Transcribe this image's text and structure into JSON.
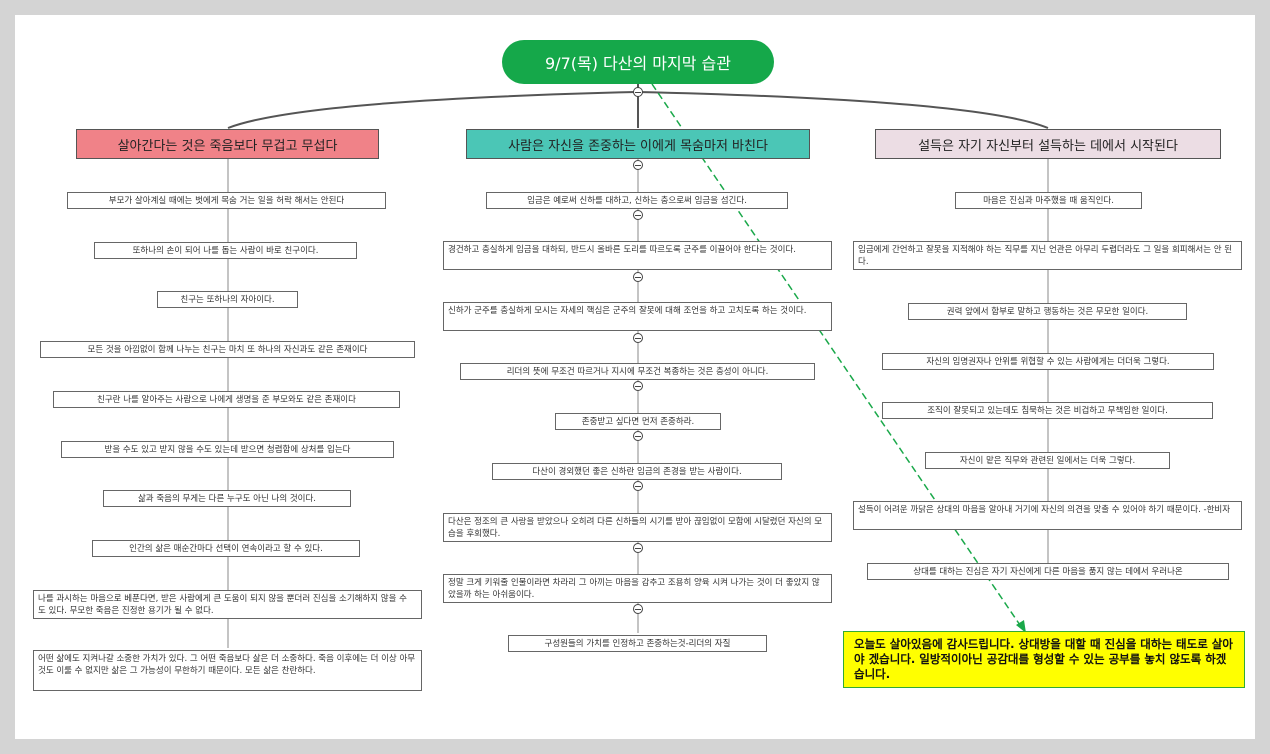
{
  "root": {
    "title": "9/7(목) 다산의 마지막 습관",
    "color": "#15a84a"
  },
  "branches": [
    {
      "title": "살아간다는 것은 죽음보다 무겁고 무섭다",
      "color": "#f08288",
      "items": [
        "부모가 살아계실 때에는 벗에게 목숨 거는 일을 허락 해서는 안된다",
        "또하나의 손이 되어 나를 돕는 사람이 바로 친구이다.",
        "친구는 또하나의 자아이다.",
        "모든 것을 아낌없이 함께 나누는 친구는 마치 또 하나의 자신과도 같은 존재이다",
        "친구란 나를 알아주는 사람으로 나에게 생명을 준 부모와도 같은 존재이다",
        "받을 수도 있고 받지 않을 수도 있는데 받으면 청렴함에 상처를 입는다",
        "삶과 죽음의 무게는 다른 누구도 아닌 나의 것이다.",
        "인간의 삶은 매순간마다 선택이 연속이라고 할 수 있다.",
        "나를 과시하는 마음으로 베푼다면, 받은 사람에게 큰 도움이 되지 않을 뿐더러 진심을 소기해하지 않을 수 도 있다. 무모한 죽음은 진정한 용기가 될 수 없다.",
        "어떤 삶에도 지켜나갈 소중한 가치가 있다. 그 어떤 죽음보다 삶은 더 소중하다. 죽음 이후에는 더 이상 아무것도 이룰 수 없지만 삶은 그 가능성이 무한하기 때문이다. 모든 삶은 찬란하다."
      ]
    },
    {
      "title": "사람은 자신을 존중하는 이에게 목숨마저 바친다",
      "color": "#4bc6b6",
      "items": [
        "임금은 예로써 신하를 대하고, 신하는 충으로써 임금을 섬긴다.",
        "경건하고 충실하게 임금을 대하되, 반드시 올바른 도리를 따르도록 군주를 이끌어야 한다는 것이다.",
        "신하가 군주를 충실하게 모시는 자세의 핵심은 군주의 잘못에 대해 조언을 하고 고치도록 하는 것이다.",
        "리더의 뜻에 무조건 따르거나 지시에 무조건 복종하는 것은 충성이 아니다.",
        "존중받고 싶다면 먼저 존중하라.",
        "다산이 경외했던 좋은 신하란 임금의 존경을 받는 사람이다.",
        "다산은 정조의 큰 사랑을 받았으나 오히려 다른 신하들의 시기를 받아 끊임없이 모함에 시달렸던 자신의 모습을 후회했다.",
        "정말 크게 키워줄 인물이라면 차라리 그 아끼는 마음을 감추고 조용히 양육 시켜 나가는 것이 더 좋았지 않았을까 하는 아쉬움이다.",
        "구성원들의 가치를 인정하고 존중하는것-리더의 자질"
      ]
    },
    {
      "title": "설득은 자기 자신부터 설득하는 데에서 시작된다",
      "color": "#ecdde4",
      "items": [
        "마음은 진심과 마주했을 때 움직인다.",
        "임금에게 간언하고 잘못을 지적해야 하는 직무를 지닌 언관은 아무리 두렵더라도 그 일을 회피해서는 안 된다.",
        "권력 앞에서 함부로 말하고 행동하는 것은 무모한 일이다.",
        "자신의 임명권자나 안위를 위협할 수 있는 사람에게는 더더욱 그렇다.",
        "조직이 잘못되고 있는데도 침묵하는 것은 비겁하고 무책임한 일이다.",
        "자신이 맡은 직무와 관련된 일에서는 더욱 그렇다.",
        "설득이 어려운 까닭은 상대의 마음을 알아내 거기에 자신의 의견을 맞출 수 있어야 하기 때문이다. -한비자",
        "상대를 대하는 진심은 자기 자신에게 다른 마음을 품지 않는 데에서 우러나온"
      ]
    }
  ],
  "note": {
    "text": "오늘도 살아있음에 감사드립니다. 상대방을 대할 때 진심을 대하는 태도로 살아야 겠습니다. 일방적이아닌 공감대를 형성할 수 있는 공부를 놓치 않도록 하겠습니다.",
    "color": "#ffff00"
  }
}
